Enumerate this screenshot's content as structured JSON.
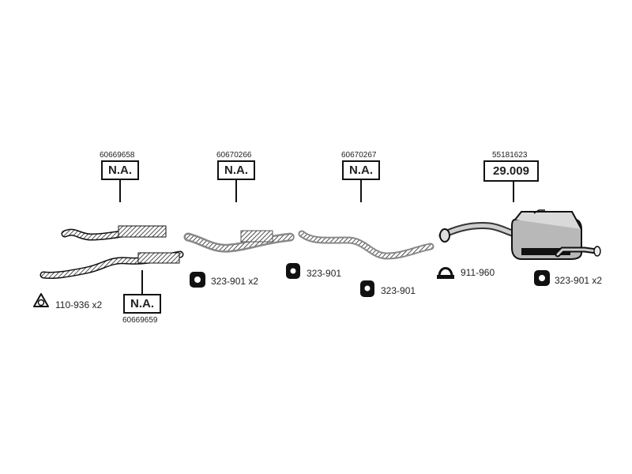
{
  "parts": [
    {
      "part_number": "60669658",
      "price": "N.A."
    },
    {
      "part_number": "60670266",
      "price": "N.A."
    },
    {
      "part_number": "60670267",
      "price": "N.A."
    },
    {
      "part_number": "55181623",
      "price": "29.009"
    },
    {
      "part_number": "60669659",
      "price": "N.A."
    }
  ],
  "accessories": [
    {
      "code": "110-936 x2",
      "icon": "gasket-icon"
    },
    {
      "code": "323-901 x2",
      "icon": "rubber-mount-icon"
    },
    {
      "code": "323-901",
      "icon": "rubber-mount-icon"
    },
    {
      "code": "323-901",
      "icon": "rubber-mount-icon"
    },
    {
      "code": "911-960",
      "icon": "pipe-clamp-icon"
    },
    {
      "code": "323-901 x2",
      "icon": "rubber-mount-icon"
    }
  ]
}
